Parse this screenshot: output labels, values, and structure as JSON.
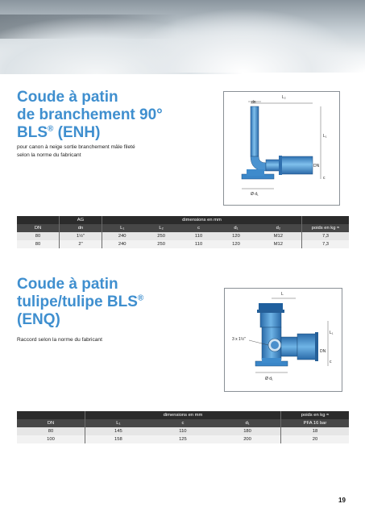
{
  "section1": {
    "title_line1": "Coude à patin",
    "title_line2": "de branchement 90°",
    "title_line3_prefix": "BLS",
    "title_reg": "®",
    "title_line3_suffix": " (ENH)",
    "desc_line1": "pour canon à neige sortie branchement mâle fileté",
    "desc_line2": "selon la norme du fabricant",
    "figure_labels": {
      "dn": "dn",
      "l2": "L₂",
      "l1": "L₁",
      "DN": "DN",
      "c": "c",
      "d1": "Ø d₁"
    },
    "table": {
      "header_top": [
        "",
        "AG",
        "dimensions en mm",
        ""
      ],
      "header_cols": [
        "DN",
        "dn",
        "L₁",
        "L₂",
        "c",
        "d₁",
        "d₂",
        "poids en kg ≈"
      ],
      "rows": [
        [
          "80",
          "1½\"",
          "240",
          "250",
          "110",
          "120",
          "M12",
          "7,3"
        ],
        [
          "80",
          "2\"",
          "240",
          "250",
          "110",
          "120",
          "M12",
          "7,3"
        ]
      ]
    }
  },
  "section2": {
    "title_line1": "Coude à patin",
    "title_line2_prefix": "tulipe/tulipe BLS",
    "title_reg": "®",
    "title_line3": "(ENQ)",
    "desc_line1": "Raccord selon la norme du fabricant",
    "figure_labels": {
      "l": "L",
      "thread": "3 x 1½\"",
      "l1": "L₁",
      "DN": "DN",
      "c": "c",
      "d1": "Ø d₁"
    },
    "table": {
      "header_top": [
        "",
        "dimensions en mm",
        "poids en kg ≈"
      ],
      "header_cols": [
        "DN",
        "L₁",
        "c",
        "d₁",
        "PFA 16 bar"
      ],
      "rows": [
        [
          "80",
          "145",
          "110",
          "180",
          "18"
        ],
        [
          "100",
          "158",
          "125",
          "200",
          "20"
        ]
      ]
    }
  },
  "page_number": "19",
  "colors": {
    "title_blue": "#3f8fcf",
    "pipe_blue": "#3a86c8",
    "table_header": "#2b2b2b"
  }
}
